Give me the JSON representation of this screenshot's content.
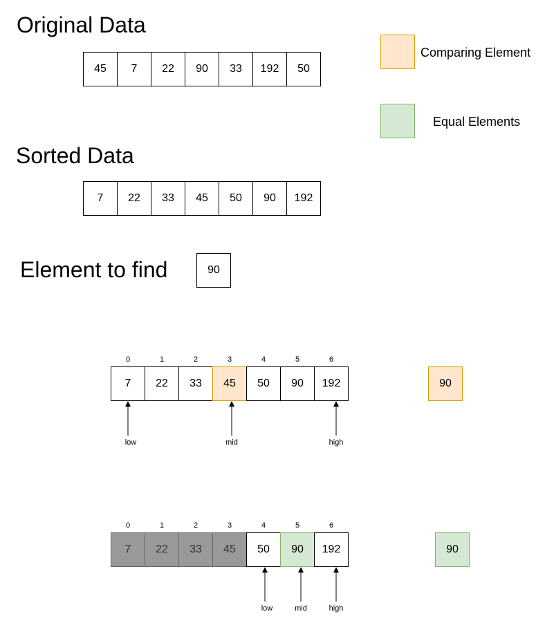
{
  "titles": {
    "original": "Original Data",
    "sorted": "Sorted Data",
    "find": "Element to find"
  },
  "original_data": [
    "45",
    "7",
    "22",
    "90",
    "33",
    "192",
    "50"
  ],
  "sorted_data": [
    "7",
    "22",
    "33",
    "45",
    "50",
    "90",
    "192"
  ],
  "target": "90",
  "legend": {
    "comparing": "Comparing Element",
    "equal": "Equal Elements"
  },
  "step1": {
    "indices": [
      "0",
      "1",
      "2",
      "3",
      "4",
      "5",
      "6"
    ],
    "values": [
      "7",
      "22",
      "33",
      "45",
      "50",
      "90",
      "192"
    ],
    "compare_value": "90",
    "low": "low",
    "mid": "mid",
    "high": "high"
  },
  "step2": {
    "indices": [
      "0",
      "1",
      "2",
      "3",
      "4",
      "5",
      "6"
    ],
    "values": [
      "7",
      "22",
      "33",
      "45",
      "50",
      "90",
      "192"
    ],
    "compare_value": "90",
    "low": "low",
    "mid": "mid",
    "high": "high"
  },
  "colors": {
    "comparing_fill": "#ffe6cc",
    "comparing_border": "#d79b00",
    "equal_fill": "#d5e8d4",
    "equal_border": "#82b366",
    "eliminated_fill": "#999999"
  }
}
